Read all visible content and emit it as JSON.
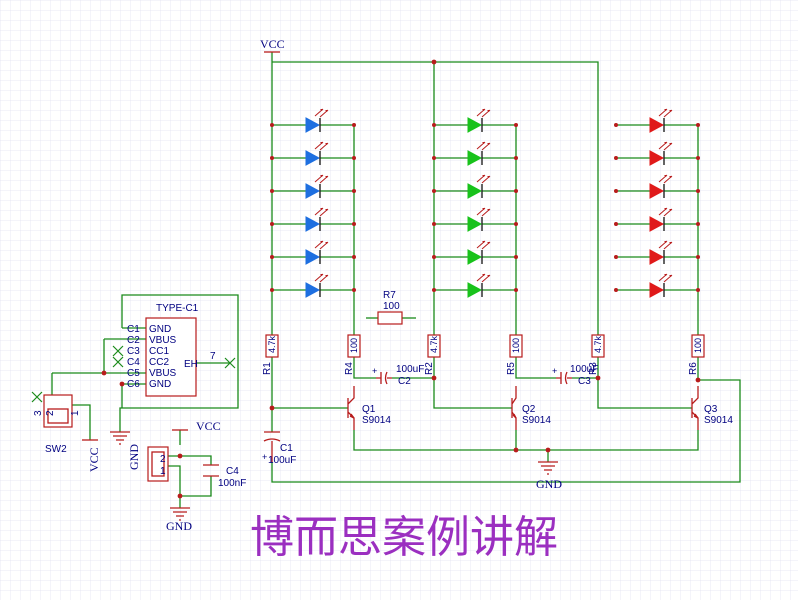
{
  "title": "博而思案例讲解",
  "net_labels": {
    "vcc": "VCC",
    "gnd": "GND"
  },
  "resistors": [
    {
      "ref": "R1",
      "value": "4.7k"
    },
    {
      "ref": "R4",
      "value": "100"
    },
    {
      "ref": "R2",
      "value": "4.7k"
    },
    {
      "ref": "R5",
      "value": "100"
    },
    {
      "ref": "R3",
      "value": "4.7k"
    },
    {
      "ref": "R6",
      "value": "100"
    }
  ],
  "r7": {
    "ref": "R7",
    "value": "100"
  },
  "coupling_caps": [
    {
      "ref": "C2",
      "value": "100uF"
    },
    {
      "ref": "C3",
      "value": "100uF"
    }
  ],
  "transistors": [
    {
      "ref": "Q1",
      "part": "S9014"
    },
    {
      "ref": "Q2",
      "part": "S9014"
    },
    {
      "ref": "Q3",
      "part": "S9014"
    }
  ],
  "c1": {
    "ref": "C1",
    "value": "100uF"
  },
  "c4": {
    "ref": "C4",
    "value": "100nF"
  },
  "usb": {
    "title": "TYPE-C1",
    "pin_numbers": [
      "C1",
      "C2",
      "C3",
      "C4",
      "C5",
      "C6"
    ],
    "pin_names": [
      "GND",
      "VBUS",
      "CC1",
      "CC2",
      "VBUS",
      "GND"
    ],
    "eh_label": "EH",
    "eh_pin": "7"
  },
  "switch": {
    "ref": "SW2",
    "pins": [
      "3",
      "2",
      "1"
    ]
  },
  "connector": {
    "pins": [
      "2",
      "1"
    ]
  },
  "led_colors": {
    "blue": "#1e6fe0",
    "green": "#18c21b",
    "red": "#e01a1a"
  },
  "colors": {
    "wire": "#1a8a1a",
    "component": "#b81c1c",
    "label": "#000080",
    "title": "#9b2fc0"
  }
}
